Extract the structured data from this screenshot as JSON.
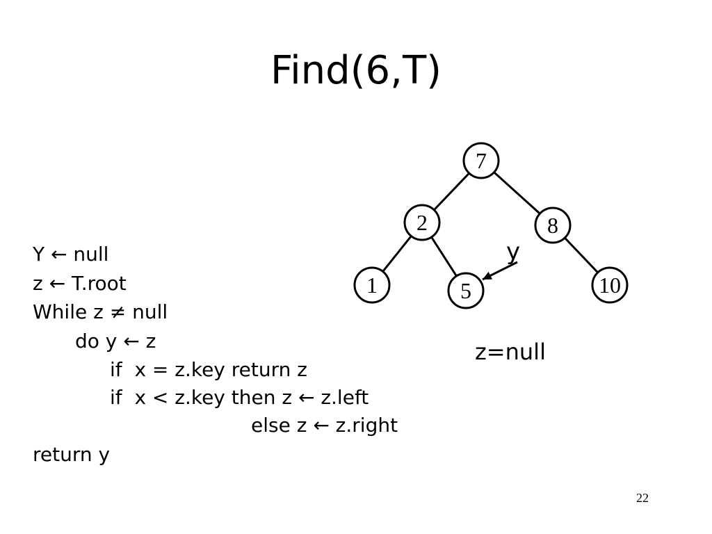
{
  "slide": {
    "title": "Find(6,T)",
    "page_number": "22",
    "z_status": "z=null"
  },
  "code": {
    "lines": [
      "Y ← null",
      "z ← T.root",
      "While z ≠ null",
      "do y ← z",
      "if  x = z.key return z",
      "if  x < z.key then z ← z.left",
      "else z ← z.right",
      "return y"
    ]
  },
  "tree": {
    "nodes": [
      {
        "id": "n7",
        "label": "7"
      },
      {
        "id": "n2",
        "label": "2"
      },
      {
        "id": "n8",
        "label": "8"
      },
      {
        "id": "n1",
        "label": "1"
      },
      {
        "id": "n5",
        "label": "5"
      },
      {
        "id": "n10",
        "label": "10"
      }
    ],
    "edges": [
      [
        "n7",
        "n2"
      ],
      [
        "n7",
        "n8"
      ],
      [
        "n2",
        "n1"
      ],
      [
        "n2",
        "n5"
      ],
      [
        "n8",
        "n10"
      ]
    ],
    "pointer": {
      "label": "y",
      "target": "n5"
    }
  }
}
